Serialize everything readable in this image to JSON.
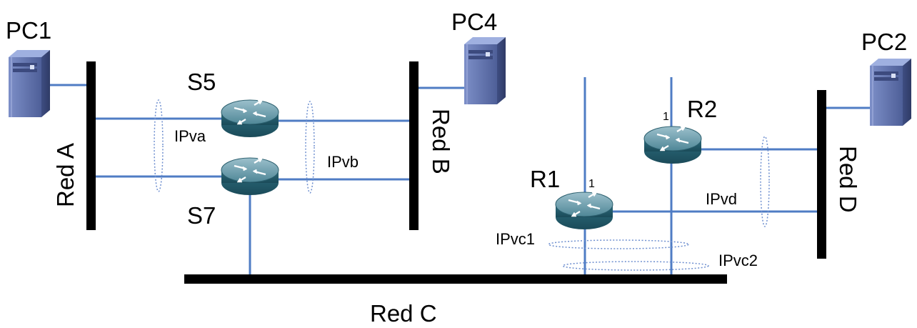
{
  "colors": {
    "link": "#4f7cc4",
    "bus": "#000000",
    "router_body": "#2f6f83",
    "pc_body": "#5b6ea8",
    "ellipse": "#6e8fcf"
  },
  "hosts": {
    "pc1": {
      "label": "PC1",
      "icon": "pc-tower-icon"
    },
    "pc4": {
      "label": "PC4",
      "icon": "pc-tower-icon"
    },
    "pc2": {
      "label": "PC2",
      "icon": "pc-tower-icon"
    }
  },
  "routers": {
    "s5": {
      "label": "S5",
      "icon": "router-icon"
    },
    "s7": {
      "label": "S7",
      "icon": "router-icon"
    },
    "r1": {
      "label": "R1",
      "icon": "router-icon",
      "port": "1"
    },
    "r2": {
      "label": "R2",
      "icon": "router-icon",
      "port": "1"
    }
  },
  "networks": {
    "red_a": "Red A",
    "red_b": "Red B",
    "red_c": "Red C",
    "red_d": "Red D"
  },
  "ip_labels": {
    "ipva": "IPva",
    "ipvb": "IPvb",
    "ipvc1": "IPvc1",
    "ipvc2": "IPvc2",
    "ipvd": "IPvd"
  }
}
